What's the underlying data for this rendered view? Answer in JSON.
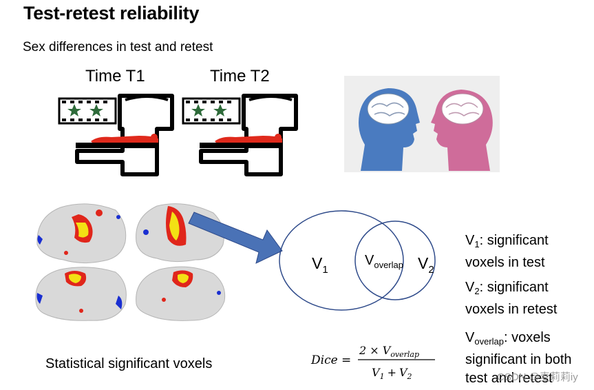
{
  "slide": {
    "title": "Test-retest reliability",
    "subtitle": "Sex differences in test and retest",
    "time_labels": [
      "Time T1",
      "Time T2"
    ],
    "stat_label": "Statistical significant voxels",
    "venn": {
      "v1": "V",
      "v1_sub": "1",
      "v2": "V",
      "v2_sub": "2",
      "overlap": "V",
      "overlap_sub": "overlap"
    },
    "definitions": [
      {
        "sym": "V",
        "sub": "1",
        "line1": ": significant",
        "line2": "voxels in test"
      },
      {
        "sym": "V",
        "sub": "2",
        "line1": ": significant",
        "line2": "voxels in retest"
      },
      {
        "sym": "V",
        "sub": "overlap",
        "line1": ": voxels",
        "line2": "significant in both",
        "line3": "test and retest"
      }
    ],
    "dice": {
      "lhs": "Dice =",
      "numerator_prefix": "2 × V",
      "numerator_sub": "overlap",
      "denominator_a": "V",
      "denominator_a_sub": "1",
      "plus": "+",
      "denominator_b": "V",
      "denominator_b_sub": "2"
    },
    "watermark": "CSDN @麦莉莉iy"
  },
  "colors": {
    "male_head": "#4a7bc0",
    "female_head": "#cf6c9a",
    "venn_stroke": "#2e4a8a",
    "arrow": "#4a72b6",
    "activation_red": "#e0261b",
    "activation_yellow": "#f3e114",
    "activation_blue": "#1a2fd1",
    "body_red": "#e02a1c",
    "star_green": "#2e6b3a"
  },
  "icons": {
    "scanner": "mri-scanner-icon",
    "film": "film-strip-icon",
    "heads": "male-female-heads-icon",
    "brains": "brain-activation-maps"
  }
}
